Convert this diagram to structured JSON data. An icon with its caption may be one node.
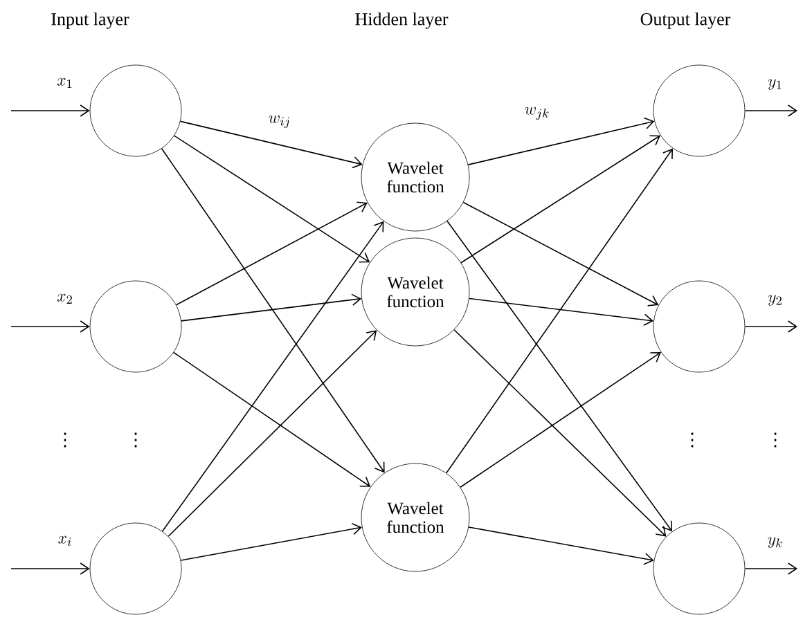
{
  "diagram": {
    "nodes": [
      {
        "text": [],
        "shape": "circle"
      },
      {
        "text": [],
        "shape": "circle"
      },
      {
        "text": [],
        "shape": "circle"
      },
      {
        "text": [
          "Wavelet function"
        ]
      },
      {
        "text": [
          "Wavelet function"
        ]
      },
      {
        "text": [
          "Wavelet function"
        ]
      },
      {
        "text": [],
        "shape": "circle"
      },
      {
        "text": [],
        "shape": "circle"
      },
      {
        "text": [],
        "shape": "circle"
      }
    ],
    "edges": [
      {
        "from": null,
        "to": 0,
        "arrow": "to",
        "label": "x_1"
      },
      {
        "from": null,
        "to": 1,
        "arrow": "to",
        "label": "x_2"
      },
      {
        "from": null,
        "to": 2,
        "arrow": "to",
        "label": "x_i"
      },
      {
        "from": 0,
        "to": 3,
        "arrow": "to"
      },
      {
        "from": 0,
        "to": 4,
        "arrow": "to"
      },
      {
        "from": 0,
        "to": 5,
        "arrow": "to"
      },
      {
        "from": 1,
        "to": 3,
        "arrow": "to"
      },
      {
        "from": 1,
        "to": 4,
        "arrow": "to"
      },
      {
        "from": 1,
        "to": 5,
        "arrow": "to"
      },
      {
        "from": 2,
        "to": 3,
        "arrow": "to"
      },
      {
        "from": 2,
        "to": 4,
        "arrow": "to"
      },
      {
        "from": 2,
        "to": 5,
        "arrow": "to"
      },
      {
        "from": 3,
        "to": 6,
        "arrow": "to"
      },
      {
        "from": 3,
        "to": 7,
        "arrow": "to"
      },
      {
        "from": 3,
        "to": 8,
        "arrow": "to"
      },
      {
        "from": 4,
        "to": 6,
        "arrow": "to"
      },
      {
        "from": 4,
        "to": 7,
        "arrow": "to"
      },
      {
        "from": 4,
        "to": 8,
        "arrow": "to"
      },
      {
        "from": 5,
        "to": 6,
        "arrow": "to"
      },
      {
        "from": 5,
        "to": 7,
        "arrow": "to"
      },
      {
        "from": 5,
        "to": 8,
        "arrow": "to"
      },
      {
        "from": 6,
        "to": null,
        "arrow": "to",
        "label": "y_1"
      },
      {
        "from": 7,
        "to": null,
        "arrow": "to",
        "label": "y_2"
      },
      {
        "from": 8,
        "to": null,
        "arrow": "to",
        "label": "y_k"
      }
    ],
    "labels": [
      "Input layer",
      "Hidden layer",
      "Output layer",
      "w_{ij}",
      "w_{jk}",
      "⋮",
      "⋮",
      "⋮",
      "⋮"
    ]
  }
}
